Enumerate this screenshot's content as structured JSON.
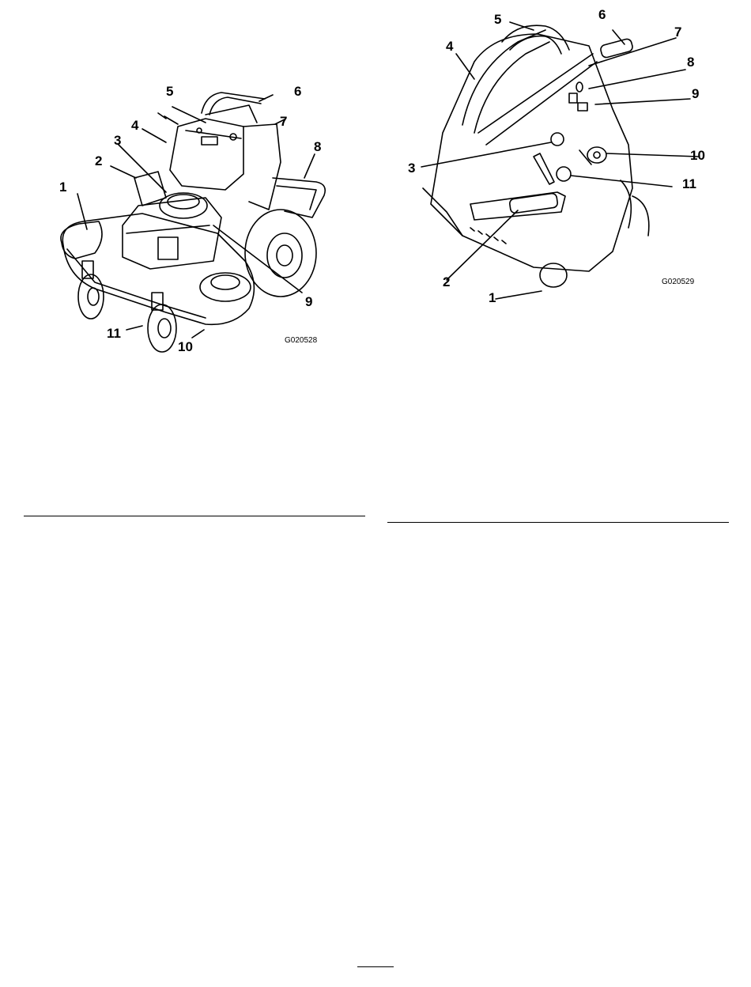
{
  "figure_left": {
    "code": "G020528",
    "callouts": [
      "1",
      "2",
      "3",
      "4",
      "5",
      "6",
      "7",
      "8",
      "9",
      "10",
      "11"
    ]
  },
  "figure_right": {
    "code": "G020529",
    "callouts": [
      "1",
      "2",
      "3",
      "4",
      "5",
      "6",
      "7",
      "8",
      "9",
      "10",
      "11"
    ]
  }
}
